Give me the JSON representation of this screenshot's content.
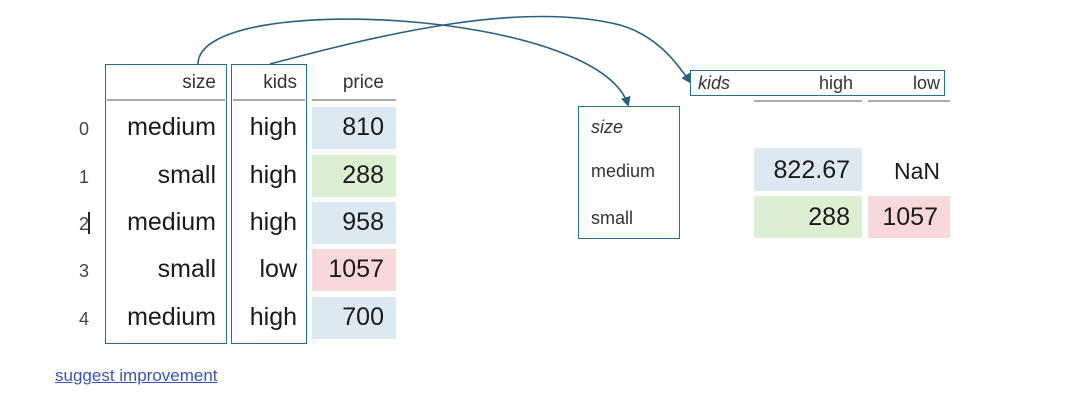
{
  "left_table": {
    "headers": {
      "size": "size",
      "kids": "kids",
      "price": "price"
    },
    "rows": [
      {
        "index": "0",
        "size": "medium",
        "kids": "high",
        "price": "810"
      },
      {
        "index": "1",
        "size": "small",
        "kids": "high",
        "price": "288"
      },
      {
        "index": "2",
        "size": "medium",
        "kids": "high",
        "price": "958"
      },
      {
        "index": "3",
        "size": "small",
        "kids": "low",
        "price": "1057"
      },
      {
        "index": "4",
        "size": "medium",
        "kids": "high",
        "price": "700"
      }
    ]
  },
  "pivot_table": {
    "columns_name": "kids",
    "columns": [
      "high",
      "low"
    ],
    "index_name": "size",
    "index": [
      "medium",
      "small"
    ],
    "values": [
      [
        "822.67",
        "NaN"
      ],
      [
        "288",
        "1057"
      ]
    ]
  },
  "colors": {
    "box_border": "#2f6b8a",
    "arrow": "#2a5f82",
    "cell_blue": "#dce9f3",
    "cell_green": "#ddefd2",
    "cell_red": "#f8d8d8",
    "link": "#3a55b0"
  },
  "footer": {
    "link_label": "suggest improvement"
  }
}
